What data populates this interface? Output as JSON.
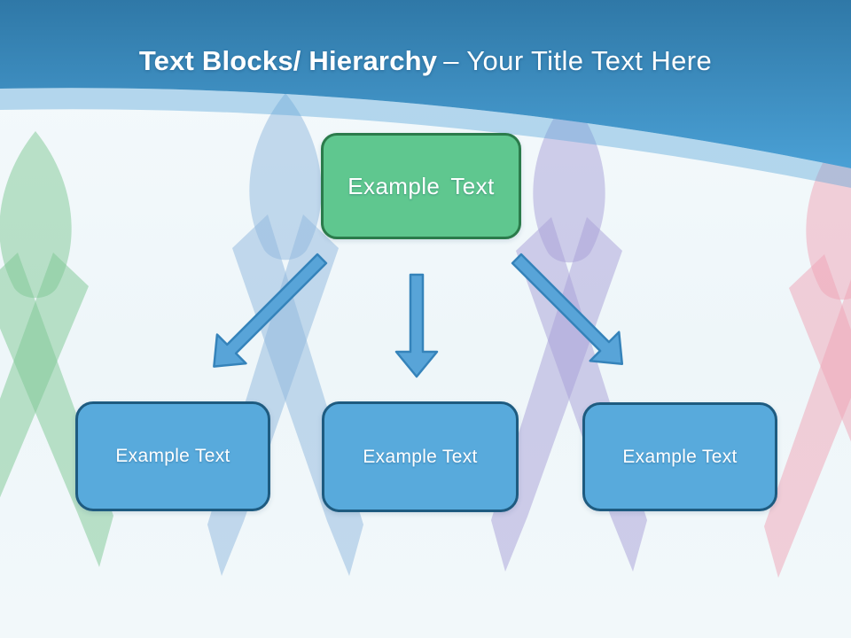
{
  "slide": {
    "title_bold": "Text Blocks/ Hierarchy",
    "title_regular": "– Your Title Text Here"
  },
  "diagram": {
    "root_label": "Example Text",
    "children": [
      {
        "label": "Example Text"
      },
      {
        "label": "Example Text"
      },
      {
        "label": "Example Text"
      }
    ]
  },
  "colors": {
    "title_text": "#ffffff",
    "node_text": "#ffffff",
    "header_top": "#2f78a7",
    "header_bottom": "#4aa0d5",
    "header_band": "#5aa7d8",
    "root_fill": "#5fc78f",
    "root_border": "#2b7b4b",
    "child_fill": "#58aadc",
    "child_border": "#1e5b80",
    "arrow_fill": "#58a4d8",
    "arrow_border": "#3583ba",
    "ribbon_green": "#7ec893",
    "ribbon_blue": "#8fb8dd",
    "ribbon_purple": "#a79fd8",
    "ribbon_pink": "#f0a3b6"
  }
}
